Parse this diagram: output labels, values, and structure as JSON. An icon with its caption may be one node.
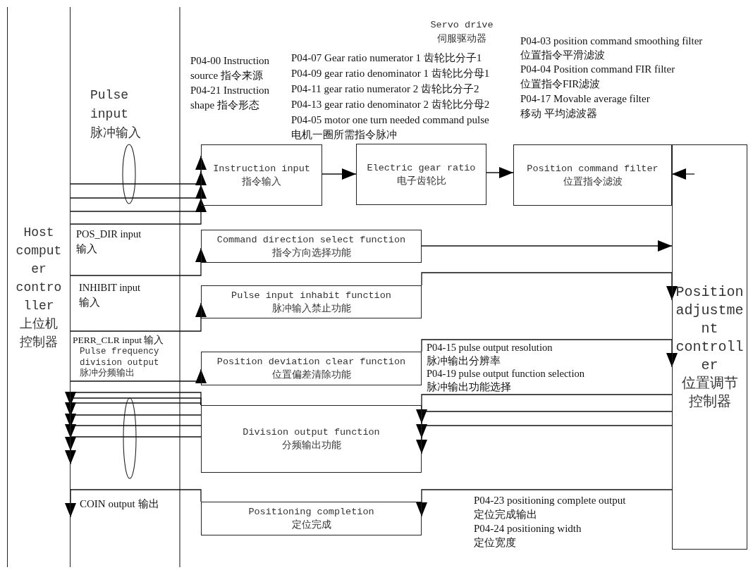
{
  "diagram": {
    "nodes": [
      {
        "text": [
          "Host computer controller 上位机控制器"
        ]
      },
      {
        "text": [
          "Instruction input 指令输入"
        ]
      },
      {
        "text": [
          "Electric gear ratio 电子齿轮比"
        ]
      },
      {
        "text": [
          "Position command filter 位置指令滤波"
        ]
      },
      {
        "text": [
          "Position adjustment controller 位置调节控制器"
        ]
      },
      {
        "text": [
          "Command direction select function 指令方向选择功能"
        ]
      },
      {
        "text": [
          "Pulse input inhabit function 脉冲输入禁止功能"
        ]
      },
      {
        "text": [
          "Position deviation clear function 位置偏差清除功能"
        ]
      },
      {
        "text": [
          "Division output function 分频输出功能"
        ]
      },
      {
        "text": [
          "Positioning completion 定位完成"
        ]
      }
    ],
    "edges": [
      {
        "from": 0,
        "to": 1,
        "arrow": "to"
      },
      {
        "from": 0,
        "to": 1,
        "arrow": "to"
      },
      {
        "from": 0,
        "to": 1,
        "arrow": "to"
      },
      {
        "from": 0,
        "to": 1,
        "arrow": "to"
      },
      {
        "from": 1,
        "to": 2,
        "arrow": "to"
      },
      {
        "from": 2,
        "to": 3,
        "arrow": "to"
      },
      {
        "from": 4,
        "to": 3,
        "arrow": "to"
      },
      {
        "from": 0,
        "to": 5,
        "arrow": "to"
      },
      {
        "from": 5,
        "to": 4,
        "arrow": "to"
      },
      {
        "from": 0,
        "to": 6,
        "arrow": "to"
      },
      {
        "from": 6,
        "to": 4,
        "arrow": "to"
      },
      {
        "from": 0,
        "to": 7,
        "arrow": "to"
      },
      {
        "from": 7,
        "to": 4,
        "arrow": "to"
      },
      {
        "from": 4,
        "to": 8,
        "arrow": "to"
      },
      {
        "from": 4,
        "to": 8,
        "arrow": "to"
      },
      {
        "from": 4,
        "to": 8,
        "arrow": "to"
      },
      {
        "from": 8,
        "to": 0,
        "arrow": "to"
      },
      {
        "from": 8,
        "to": 0,
        "arrow": "to"
      },
      {
        "from": 8,
        "to": 0,
        "arrow": "to"
      },
      {
        "from": 8,
        "to": 0,
        "arrow": "to"
      },
      {
        "from": 8,
        "to": 0,
        "arrow": "to"
      },
      {
        "from": 8,
        "to": 0,
        "arrow": "to"
      },
      {
        "from": 4,
        "to": 9,
        "arrow": "to"
      },
      {
        "from": 9,
        "to": 0,
        "arrow": "to"
      }
    ],
    "labels": [
      "Servo drive 伺服驱动器",
      "Pulse input 脉冲输入",
      "P04-00 Instruction source 指令来源",
      "P04-21 Instruction shape 指令形态",
      "P04-07 Gear ratio numerator 1 齿轮比分子1",
      "P04-09 gear ratio denominator 1 齿轮比分母1",
      "P04-11 gear ratio numerator 2 齿轮比分子2",
      "P04-13 gear ratio denominator 2 齿轮比分母2",
      "P04-05 motor one turn needed command pulse 电机一圈所需指令脉冲",
      "P04-03 position command smoothing filter 位置指令平滑滤波",
      "P04-04 Position command FIR filter 位置指令FIR滤波",
      "P04-17 Movable average filter 移动 平均滤波器",
      "POS_DIR input 输入",
      "INHIBIT input 输入",
      "PERR_CLR input 输入",
      "Pulse frequency division output 脉冲分频输出",
      "P04-15 pulse output resolution 脉冲输出分辨率",
      "P04-19 pulse output function selection 脉冲输出功能选择",
      "COIN output 输出",
      "P04-23 positioning complete output 定位完成输出",
      "P04-24 positioning width 定位宽度"
    ]
  }
}
